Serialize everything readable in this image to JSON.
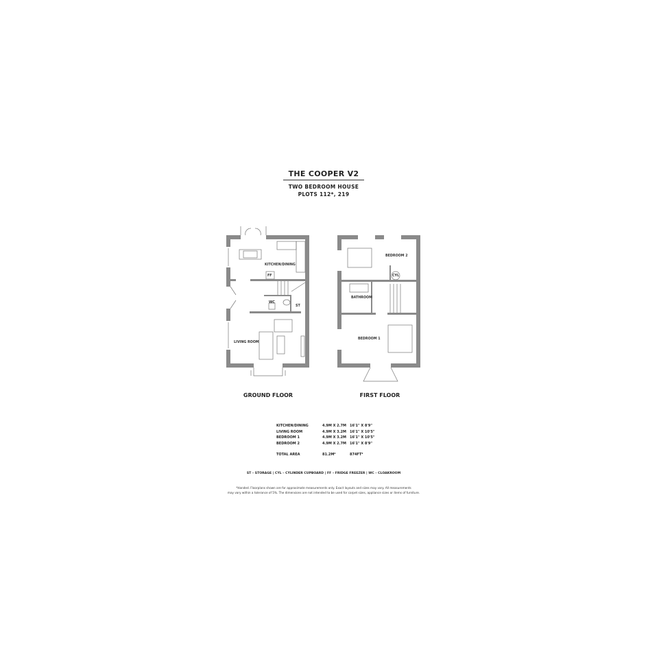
{
  "header": {
    "title": "THE COOPER V2",
    "subtitle": "TWO BEDROOM HOUSE",
    "plots": "PLOTS  112*, 219"
  },
  "floors": {
    "ground": {
      "label": "GROUND FLOOR",
      "rooms": [
        "KITCHEN/DINING",
        "FF",
        "WC",
        "ST",
        "LIVING ROOM"
      ]
    },
    "first": {
      "label": "FIRST FLOOR",
      "rooms": [
        "BEDROOM 2",
        "CYL",
        "BATHROOM",
        "BEDROOM 1"
      ]
    }
  },
  "dimensions": {
    "rows": [
      {
        "room": "KITCHEN/DINING",
        "metric": "4.9M X 2.7M",
        "imperial": "16'1\" X 8'9\""
      },
      {
        "room": "LIVING ROOM",
        "metric": "4.9M X 3.2M",
        "imperial": "16'1\" X 10'5\""
      },
      {
        "room": "BEDROOM 1",
        "metric": "4.9M X 3.2M",
        "imperial": "16'1\" X 10'5\""
      },
      {
        "room": "BEDROOM 2",
        "metric": "4.9M X 2.7M",
        "imperial": "16'1\" X 8'9\""
      }
    ],
    "total": {
      "label": "TOTAL AREA",
      "metric": "81.2M²",
      "imperial": "874FT²"
    }
  },
  "legend": "ST – STORAGE  |  CYL – CYLINDER CUPBOARD  |  FF – FRIDGE FREEZER  |  WC – CLOAKROOM",
  "footnote": {
    "line1": "*Handed. Floorplans shown are for approximate measurements only. Exact layouts and sizes may vary. All measurements",
    "line2": "may vary within a tolerance of 5%. The dimensions are not intended to be used for carpet sizes, appliance sizes or items of furniture."
  }
}
